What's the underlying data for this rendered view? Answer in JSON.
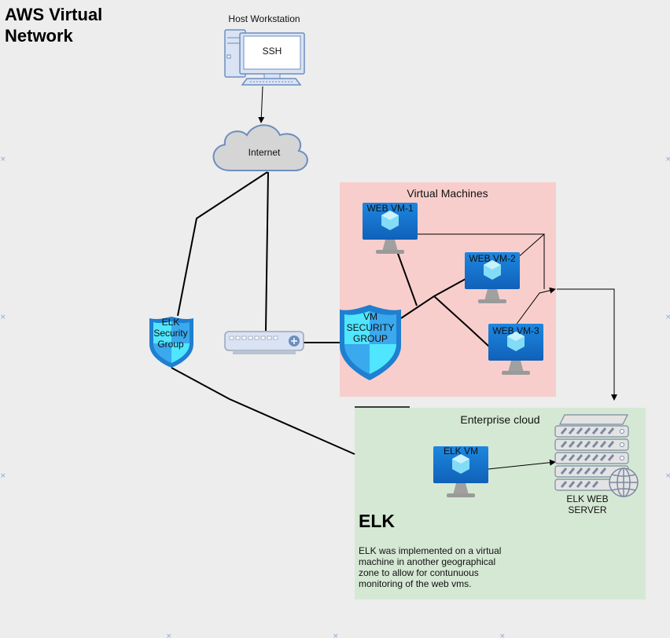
{
  "title": "AWS Virtual\nNetwork",
  "nodes": {
    "host_workstation": {
      "label": "Host Workstation",
      "screen_text": "SSH"
    },
    "internet": {
      "label": "Internet"
    },
    "elk_security_group": {
      "label": "ELK\nSecurity\nGroup"
    },
    "vm_security_group": {
      "label": "VM\nSECURITY\nGROUP"
    },
    "web_vm_1": {
      "label": "WEB VM-1"
    },
    "web_vm_2": {
      "label": "WEB VM-2"
    },
    "web_vm_3": {
      "label": "WEB VM-3"
    },
    "elk_vm": {
      "label": "ELK VM"
    },
    "elk_web_server": {
      "label": "ELK WEB\nSERVER"
    }
  },
  "groups": {
    "virtual_machines": {
      "label": "Virtual Machines",
      "color": "#f8cecc"
    },
    "enterprise_cloud": {
      "label": "Enterprise cloud",
      "color": "#d5e8d4"
    }
  },
  "elk_section": {
    "heading": "ELK",
    "description": "ELK was implemented on a virtual machine in another geographical zone to allow for contunuous monitoring of the web vms."
  },
  "colors": {
    "vm_blue": "#1a7fd4",
    "shield_blue": "#1f7fd0",
    "cloud_fill": "#d5d5d5",
    "computer_fill": "#dae3f3"
  }
}
